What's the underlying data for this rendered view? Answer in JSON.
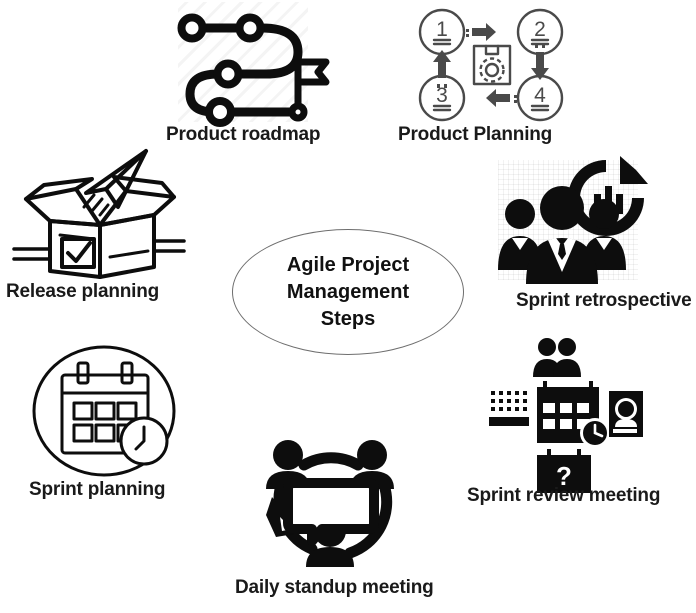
{
  "diagram": {
    "title": "Agile Project Management Steps",
    "center": {
      "line1": "Agile Project",
      "line2": "Management",
      "line3": "Steps",
      "shape": "ellipse",
      "stroke_color": "#6e6e6e",
      "fill_color": "#ffffff"
    },
    "ink_color": "#000000",
    "label_color": "#1a1a1a",
    "background_color": "#ffffff",
    "steps": [
      {
        "id": "product-roadmap",
        "label": "Product roadmap",
        "icon": "winding-road-path-with-milestone-nodes-and-finish-flag-icon",
        "node_count": 4,
        "has_flag": true,
        "background_texture": "diagonal-stripes"
      },
      {
        "id": "product-planning",
        "label": "Product Planning",
        "icon": "four-step-numbered-cycle-with-box-and-gear-icon",
        "numbers": [
          "1",
          "2",
          "3",
          "4"
        ],
        "arrow_directions": [
          "right",
          "down",
          "left",
          "up"
        ],
        "center_symbol": "box-with-gear",
        "stroke_color": "#4a4a4a"
      },
      {
        "id": "release-planning",
        "label": "Release planning",
        "icon": "open-box-with-paper-plane-and-checkmark-icon",
        "has_checkmark": true
      },
      {
        "id": "sprint-retrospective",
        "label": "Sprint retrospective",
        "icon": "team-group-with-target-bar-chart-icon",
        "person_count": 3,
        "clipped_at_right_edge": true,
        "background_texture": "checkered"
      },
      {
        "id": "sprint-planning",
        "label": "Sprint planning",
        "icon": "calendar-with-clock-in-circle-icon"
      },
      {
        "id": "daily-standup-meeting",
        "label": "Daily standup meeting",
        "icon": "three-people-circle-with-speech-bubble-icon",
        "person_count": 3
      },
      {
        "id": "sprint-review-meeting",
        "label": "Sprint review meeting",
        "icon": "calendar-clock-with-people-schedule-and-question-calendar-icon",
        "sub_symbols": [
          "two-people",
          "dotted-grid-calendar",
          "calendar-with-clock",
          "person-id-card",
          "question-mark-calendar"
        ]
      }
    ]
  }
}
